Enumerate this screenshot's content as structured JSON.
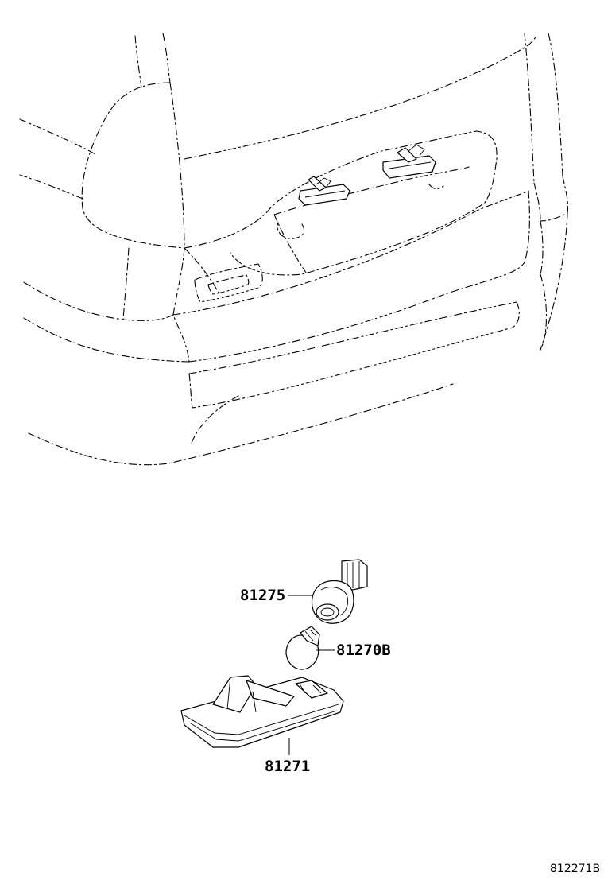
{
  "parts": [
    {
      "id": "81275",
      "label": "81275"
    },
    {
      "id": "81270B",
      "label": "81270B"
    },
    {
      "id": "81271",
      "label": "81271"
    }
  ],
  "drawing_code": "812271B"
}
